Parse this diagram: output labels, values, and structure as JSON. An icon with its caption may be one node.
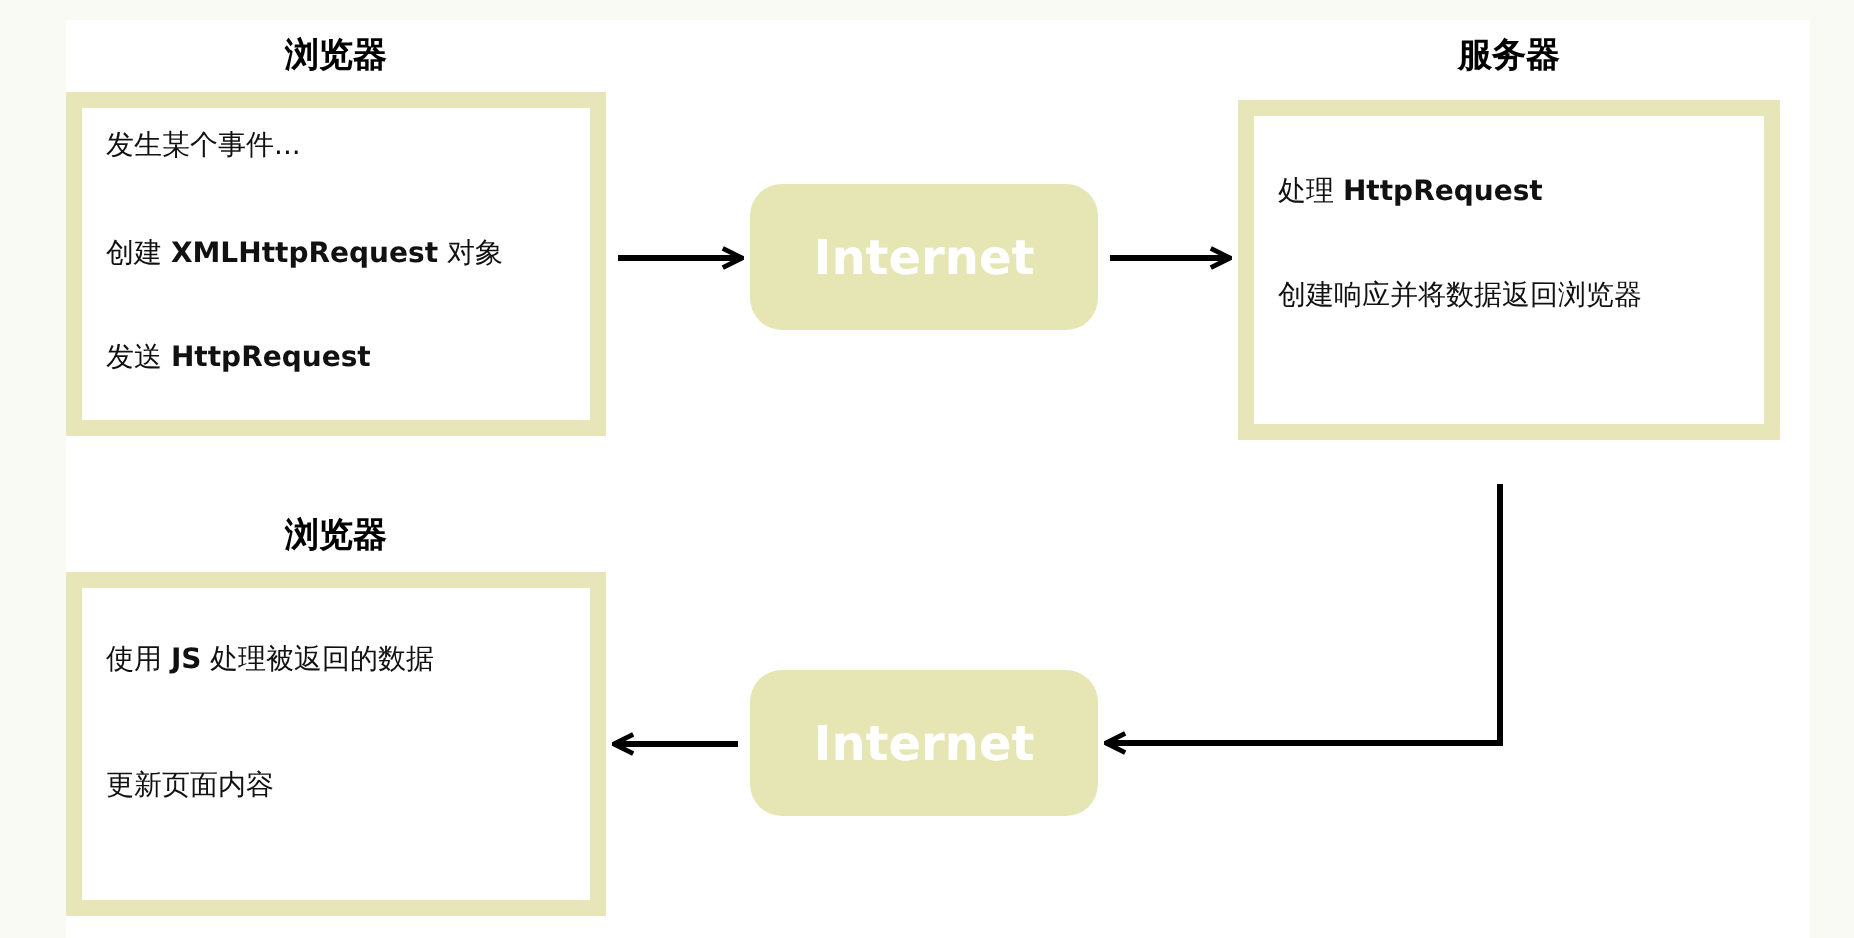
{
  "diagram": {
    "nodes": [
      {
        "text": [
          "浏览器",
          "发生某个事件...",
          "创建 **XMLHttpRequest** 对象",
          "发送 **HttpRequest**"
        ]
      },
      {
        "text": [
          "Internet"
        ]
      },
      {
        "text": [
          "服务器",
          "处理 **HttpRequest**",
          "创建响应并将数据返回浏览器"
        ]
      },
      {
        "text": [
          "Internet"
        ]
      },
      {
        "text": [
          "浏览器",
          "使用 **JS** 处理被返回的数据",
          "更新页面内容"
        ]
      }
    ],
    "edges": [
      {
        "from": 0,
        "to": 1,
        "arrow": "to"
      },
      {
        "from": 1,
        "to": 2,
        "arrow": "to"
      },
      {
        "from": 2,
        "to": 3,
        "arrow": "to"
      },
      {
        "from": 3,
        "to": 4,
        "arrow": "to"
      }
    ]
  }
}
